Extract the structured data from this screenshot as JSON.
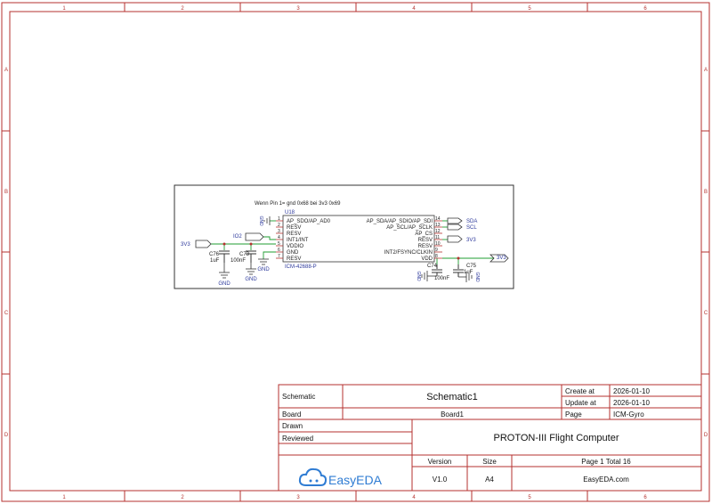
{
  "frame": {
    "cols": [
      "1",
      "2",
      "3",
      "4",
      "5",
      "6"
    ],
    "rows": [
      "A",
      "B",
      "C",
      "D"
    ],
    "color": "#b5322f"
  },
  "schematic": {
    "note": "Wenn Pin 1= gnd 0x68 bei 3v3 0x69",
    "chip": {
      "ref": "U18",
      "part": "ICM-42688-P",
      "left_pins": [
        {
          "num": "1",
          "name": "AP_SDO/AP_AD0"
        },
        {
          "num": "2",
          "name": "RESV"
        },
        {
          "num": "3",
          "name": "RESV"
        },
        {
          "num": "4",
          "name": "INT1/INT"
        },
        {
          "num": "5",
          "name": "VDDIO"
        },
        {
          "num": "6",
          "name": "GND"
        },
        {
          "num": "7",
          "name": "RESV"
        }
      ],
      "right_pins": [
        {
          "num": "14",
          "name": "AP_SDA/AP_SDIO/AP_SDI"
        },
        {
          "num": "13",
          "name": "AP_SCL/AP_SCLK"
        },
        {
          "num": "12",
          "name": "AP_CS"
        },
        {
          "num": "11",
          "name": "RESV"
        },
        {
          "num": "10",
          "name": "RESV"
        },
        {
          "num": "9",
          "name": "INT2/FSYNC/CLKIN"
        },
        {
          "num": "8",
          "name": "VDD"
        }
      ]
    },
    "nets": {
      "sda": "SDA",
      "scl": "SCL",
      "v3_right": "3V3",
      "v3_left": "3V3",
      "v3_far": "3V3",
      "io2": "IO2",
      "gnd": "GND"
    },
    "caps": {
      "c76": {
        "ref": "C76",
        "value": "1uF"
      },
      "c73": {
        "ref": "C73",
        "value": "100nF"
      },
      "c74": {
        "ref": "C74",
        "value": "100nF"
      },
      "c75": {
        "ref": "C75",
        "value": "1uF"
      }
    },
    "colors": {
      "wire": "#1f9c32",
      "text": "#2e3a9c",
      "line": "#333333",
      "pin": "#b5322f"
    }
  },
  "title_block": {
    "schematic_label": "Schematic",
    "schematic_name": "Schematic1",
    "create_label": "Create at",
    "create_date": "2026-01-10",
    "update_label": "Update at",
    "update_date": "2026-01-10",
    "board_label": "Board",
    "board_name": "Board1",
    "page_label": "Page",
    "page_name": "ICM-Gyro",
    "drawn_label": "Drawn",
    "reviewed_label": "Reviewed",
    "project": "PROTON-III Flight Computer",
    "version_label": "Version",
    "version": "V1.0",
    "size_label": "Size",
    "size": "A4",
    "page_info": "Page  1  Total  16",
    "logo": "EasyEDA",
    "website": "EasyEDA.com",
    "logo_color": "#2f7cd3"
  }
}
